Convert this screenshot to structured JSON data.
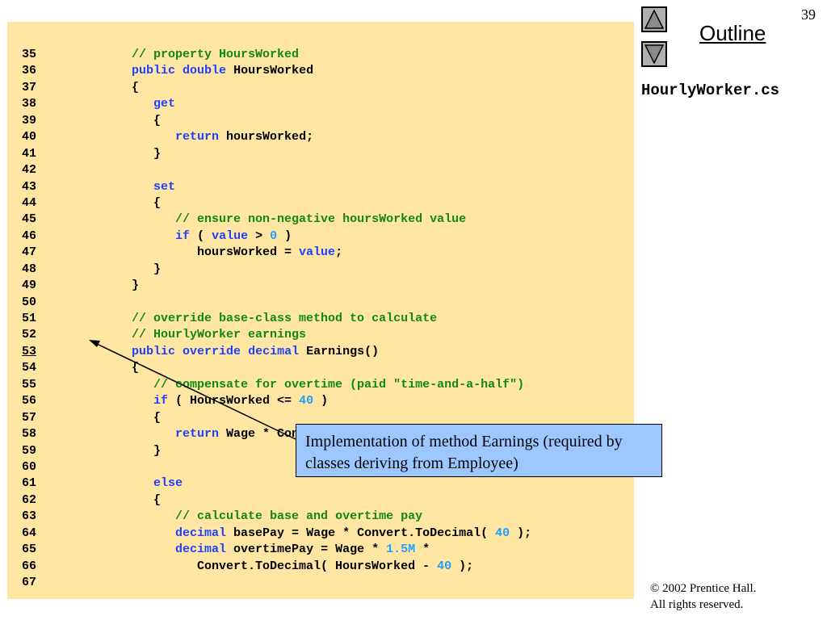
{
  "slide": {
    "page_number": "39"
  },
  "nav": {
    "up_icon": "triangle-up-icon",
    "down_icon": "triangle-down-icon"
  },
  "outline_label": "Outline",
  "file_title": "HourlyWorker.cs",
  "callout_text": "Implementation of method Earnings (required by classes deriving from Employee)",
  "copyright": {
    "line1": "© 2002 Prentice Hall.",
    "line2": "All rights reserved."
  },
  "colors": {
    "panel": "#ffe7a3",
    "keyword": "#1f3fff",
    "comment": "#118811",
    "number": "#1f9fff",
    "callout": "#9dc8ff"
  },
  "code": {
    "lines": [
      {
        "n": "35",
        "tokens": [
          [
            "",
            "      "
          ],
          [
            "cm",
            "// property HoursWorked"
          ]
        ]
      },
      {
        "n": "36",
        "tokens": [
          [
            "",
            "      "
          ],
          [
            "kw",
            "public"
          ],
          [
            "",
            " "
          ],
          [
            "kw",
            "double"
          ],
          [
            "",
            " HoursWorked"
          ]
        ]
      },
      {
        "n": "37",
        "tokens": [
          [
            "",
            "      {"
          ]
        ]
      },
      {
        "n": "38",
        "tokens": [
          [
            "",
            "         "
          ],
          [
            "kw",
            "get"
          ]
        ]
      },
      {
        "n": "39",
        "tokens": [
          [
            "",
            "         {"
          ]
        ]
      },
      {
        "n": "40",
        "tokens": [
          [
            "",
            "            "
          ],
          [
            "kw",
            "return"
          ],
          [
            "",
            " hoursWorked;"
          ]
        ]
      },
      {
        "n": "41",
        "tokens": [
          [
            "",
            "         }"
          ]
        ]
      },
      {
        "n": "42",
        "tokens": []
      },
      {
        "n": "43",
        "tokens": [
          [
            "",
            "         "
          ],
          [
            "kw",
            "set"
          ]
        ]
      },
      {
        "n": "44",
        "tokens": [
          [
            "",
            "         {"
          ]
        ]
      },
      {
        "n": "45",
        "tokens": [
          [
            "",
            "            "
          ],
          [
            "cm",
            "// ensure non-negative hoursWorked value"
          ]
        ]
      },
      {
        "n": "46",
        "tokens": [
          [
            "",
            "            "
          ],
          [
            "kw",
            "if"
          ],
          [
            "",
            " ( "
          ],
          [
            "kw",
            "value"
          ],
          [
            "",
            " > "
          ],
          [
            "num",
            "0"
          ],
          [
            "",
            " )"
          ]
        ]
      },
      {
        "n": "47",
        "tokens": [
          [
            "",
            "               hoursWorked = "
          ],
          [
            "kw",
            "value"
          ],
          [
            "",
            ";"
          ]
        ]
      },
      {
        "n": "48",
        "tokens": [
          [
            "",
            "         }"
          ]
        ]
      },
      {
        "n": "49",
        "tokens": [
          [
            "",
            "      }"
          ]
        ]
      },
      {
        "n": "50",
        "tokens": []
      },
      {
        "n": "51",
        "tokens": [
          [
            "",
            "      "
          ],
          [
            "cm",
            "// override base-class method to calculate"
          ]
        ]
      },
      {
        "n": "52",
        "tokens": [
          [
            "",
            "      "
          ],
          [
            "cm",
            "// HourlyWorker earnings"
          ]
        ]
      },
      {
        "n": "53",
        "u": true,
        "tokens": [
          [
            "",
            "      "
          ],
          [
            "kw",
            "public"
          ],
          [
            "",
            " "
          ],
          [
            "kw",
            "override"
          ],
          [
            "",
            " "
          ],
          [
            "kw",
            "decimal"
          ],
          [
            "",
            " Earnings()"
          ]
        ]
      },
      {
        "n": "54",
        "tokens": [
          [
            "",
            "      {"
          ]
        ]
      },
      {
        "n": "55",
        "tokens": [
          [
            "",
            "         "
          ],
          [
            "cm",
            "// compensate for overtime (paid \"time-and-a-half\")"
          ]
        ]
      },
      {
        "n": "56",
        "tokens": [
          [
            "",
            "         "
          ],
          [
            "kw",
            "if"
          ],
          [
            "",
            " ( HoursWorked <= "
          ],
          [
            "num",
            "40"
          ],
          [
            "",
            " )"
          ]
        ]
      },
      {
        "n": "57",
        "tokens": [
          [
            "",
            "         {"
          ]
        ]
      },
      {
        "n": "58",
        "tokens": [
          [
            "",
            "            "
          ],
          [
            "kw",
            "return"
          ],
          [
            "",
            " Wage * Convert.ToDecimal( HoursWorked );"
          ]
        ]
      },
      {
        "n": "59",
        "tokens": [
          [
            "",
            "         }"
          ]
        ]
      },
      {
        "n": "60",
        "tokens": []
      },
      {
        "n": "61",
        "tokens": [
          [
            "",
            "         "
          ],
          [
            "kw",
            "else"
          ]
        ]
      },
      {
        "n": "62",
        "tokens": [
          [
            "",
            "         {"
          ]
        ]
      },
      {
        "n": "63",
        "tokens": [
          [
            "",
            "            "
          ],
          [
            "cm",
            "// calculate base and overtime pay"
          ]
        ]
      },
      {
        "n": "64",
        "tokens": [
          [
            "",
            "            "
          ],
          [
            "kw",
            "decimal"
          ],
          [
            "",
            " basePay = Wage * Convert.ToDecimal( "
          ],
          [
            "num",
            "40"
          ],
          [
            "",
            " );"
          ]
        ]
      },
      {
        "n": "65",
        "tokens": [
          [
            "",
            "            "
          ],
          [
            "kw",
            "decimal"
          ],
          [
            "",
            " overtimePay = Wage * "
          ],
          [
            "num",
            "1.5M"
          ],
          [
            "",
            " *"
          ]
        ]
      },
      {
        "n": "66",
        "tokens": [
          [
            "",
            "               Convert.ToDecimal( HoursWorked - "
          ],
          [
            "num",
            "40"
          ],
          [
            "",
            " );"
          ]
        ]
      },
      {
        "n": "67",
        "tokens": []
      }
    ]
  }
}
